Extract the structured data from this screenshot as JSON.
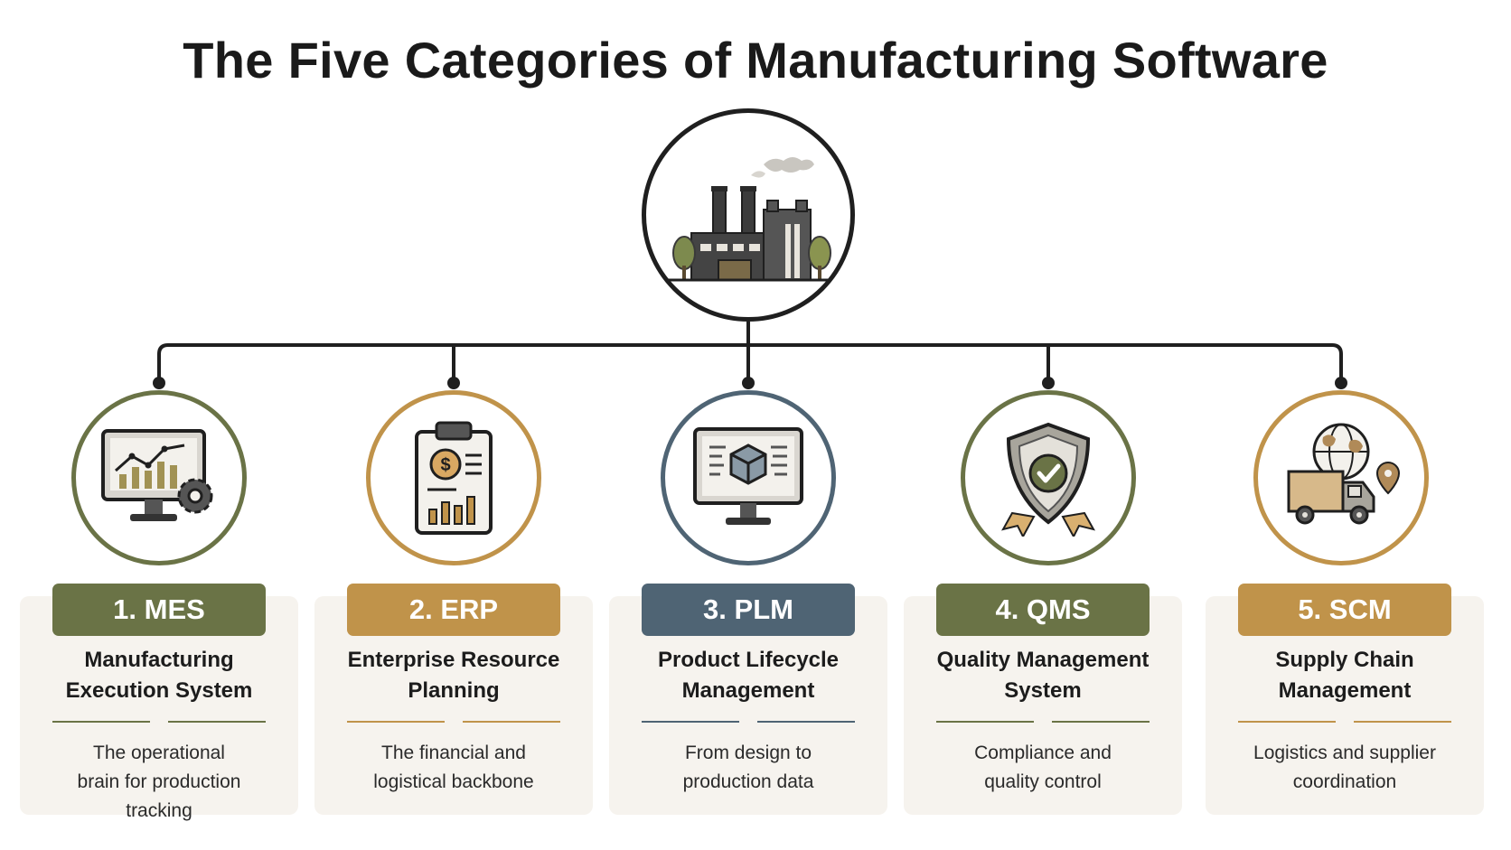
{
  "title": "The Five Categories of Manufacturing Software",
  "colors": {
    "olive": "#6a7346",
    "gold": "#c0934a",
    "slate": "#4f6474",
    "line": "#1f1f1f",
    "card_bg": "#f6f3ee"
  },
  "hub": {
    "icon": "factory-icon"
  },
  "categories": [
    {
      "badge": "1. MES",
      "title": "Manufacturing Execution System",
      "desc": "The operational brain for production tracking",
      "icon": "monitor-chart-gear-icon",
      "color": "#6a7346"
    },
    {
      "badge": "2. ERP",
      "title": "Enterprise Resource Planning",
      "desc": "The financial and logistical backbone",
      "icon": "clipboard-dollar-icon",
      "color": "#c0934a"
    },
    {
      "badge": "3. PLM",
      "title": "Product Lifecycle Management",
      "desc": "From design to production data",
      "icon": "monitor-cube-icon",
      "color": "#4f6474"
    },
    {
      "badge": "4. QMS",
      "title": "Quality Management System",
      "desc": "Compliance and quality control",
      "icon": "shield-check-icon",
      "color": "#6a7346"
    },
    {
      "badge": "5. SCM",
      "title": "Supply Chain Management",
      "desc": "Logistics and supplier coordination",
      "icon": "globe-truck-icon",
      "color": "#c0934a"
    }
  ]
}
